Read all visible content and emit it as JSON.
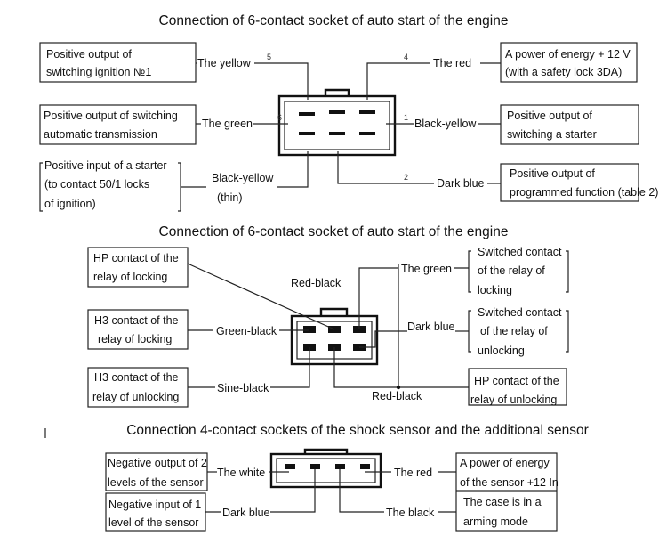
{
  "section1": {
    "title": "Connection of 6-contact socket of auto start of the engine",
    "left_boxes": [
      [
        "Positive output of",
        "switching ignition №1"
      ],
      [
        "Positive output of switching",
        "automatic transmission"
      ],
      [
        "Positive input of a starter",
        "(to contact 50/1 locks",
        "of ignition)"
      ]
    ],
    "right_boxes": [
      [
        "A power of energy  + 12 V",
        "(with a safety lock 3DA)"
      ],
      [
        "Positive output of",
        "switching a starter"
      ],
      [
        "Positive output of",
        "programmed function (table 2)"
      ]
    ],
    "wires": {
      "yellow": "The yellow",
      "green": "The green",
      "black_yellow_thin": [
        "Black-yellow",
        "(thin)"
      ],
      "red": "The red",
      "black_yellow": "Black-yellow",
      "dark_blue": "Dark blue"
    },
    "pin_numbers": [
      "5",
      "6",
      "4",
      "1",
      "2"
    ]
  },
  "section2": {
    "title": "Connection of 6-contact socket of auto start of the engine",
    "left_boxes": [
      [
        "HP contact of the",
        "relay of locking"
      ],
      [
        "H3 contact of the",
        "relay of locking"
      ],
      [
        "H3 contact of the",
        "relay of unlocking"
      ]
    ],
    "right_boxes": [
      [
        "Switched contact",
        "of the relay of",
        "locking"
      ],
      [
        "Switched contact",
        "of the relay of",
        "unlocking"
      ],
      [
        "HP contact of the",
        "relay of unlocking"
      ]
    ],
    "wires": {
      "red_black_top": "Red-black",
      "green_black": "Green-black",
      "sine_black": "Sine-black",
      "green": "The green",
      "dark_blue": "Dark blue",
      "red_black_bottom": "Red-black"
    }
  },
  "section3": {
    "title": "Connection 4-contact sockets of the shock sensor and the additional sensor",
    "left_boxes": [
      [
        "Negative output of 2",
        "levels of the sensor"
      ],
      [
        "Negative input of 1",
        "level of the sensor"
      ]
    ],
    "right_boxes": [
      [
        "A power of energy",
        "of the sensor +12 In"
      ],
      [
        "The case is in a",
        "arming mode"
      ]
    ],
    "wires": {
      "white": "The white",
      "dark_blue": "Dark blue",
      "red": "The red",
      "black": "The black"
    }
  }
}
